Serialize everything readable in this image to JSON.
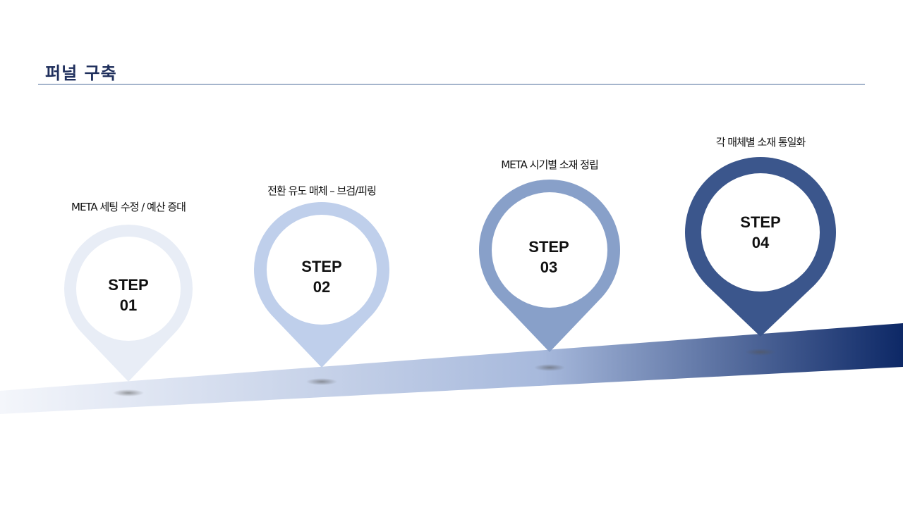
{
  "title": "퍼널 구축",
  "steps": [
    {
      "line1": "STEP",
      "line2": "01",
      "caption": "META 세팅 수정 / 예산 증대",
      "color": "#e8edf6"
    },
    {
      "line1": "STEP",
      "line2": "02",
      "caption": "전환 유도 매체 – 브검/피링",
      "color": "#bfcfeb"
    },
    {
      "line1": "STEP",
      "line2": "03",
      "caption": "META 시기별 소재 정립",
      "color": "#88a0c9"
    },
    {
      "line1": "STEP",
      "line2": "04",
      "caption": "각 매체별 소재 통일화",
      "color": "#3b568c"
    }
  ],
  "colors": {
    "band_start": "#f4f6fb",
    "band_end": "#0d2866",
    "title": "#1f2f5c"
  }
}
